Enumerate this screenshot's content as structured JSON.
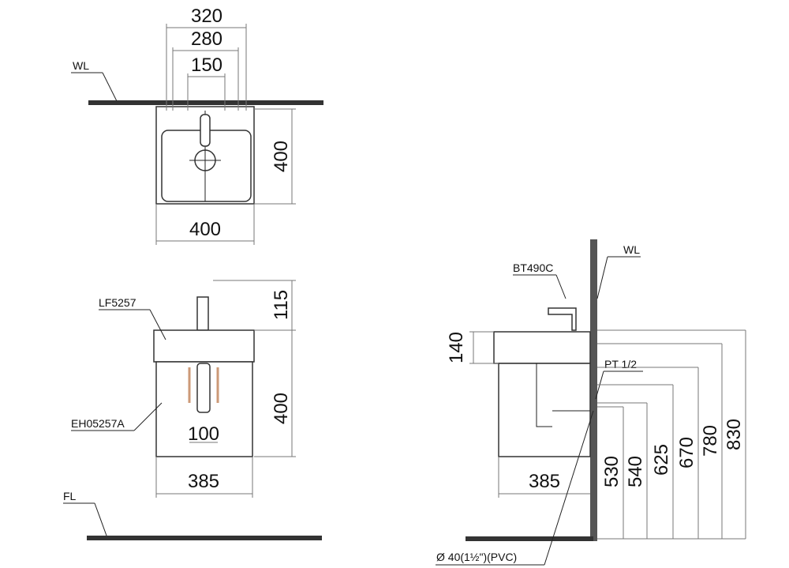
{
  "top_view": {
    "wl": "WL",
    "dim_320": "320",
    "dim_280": "280",
    "dim_150": "150",
    "dim_depth": "400",
    "dim_width": "400"
  },
  "front_view": {
    "faucet_label": "LF5257",
    "cabinet_label": "EH05257A",
    "dim_115": "115",
    "dim_400": "400",
    "dim_100": "100",
    "dim_385": "385",
    "fl": "FL"
  },
  "side_view": {
    "faucet_label": "BT490C",
    "wl": "WL",
    "pt": "PT 1/2",
    "dim_140": "140",
    "dim_385": "385",
    "heights": [
      "530",
      "540",
      "625",
      "670",
      "780",
      "830"
    ],
    "drain": "Ø 40(1½\")(PVC)"
  }
}
